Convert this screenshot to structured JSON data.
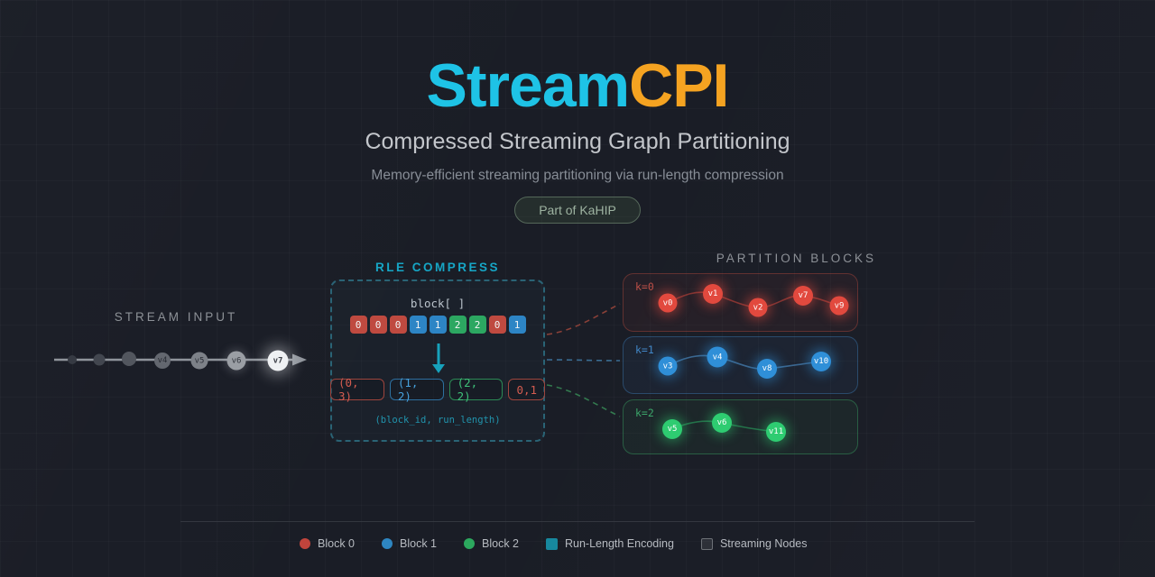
{
  "header": {
    "title_primary": "Stream",
    "title_secondary": "CPI",
    "subtitle": "Compressed Streaming Graph Partitioning",
    "tagline": "Memory-efficient streaming partitioning via run-length compression",
    "badge": "Part of KaHIP"
  },
  "stream_input": {
    "label": "STREAM INPUT",
    "nodes": [
      {
        "label": ""
      },
      {
        "label": ""
      },
      {
        "label": ""
      },
      {
        "label": "v4"
      },
      {
        "label": "v5"
      },
      {
        "label": "v6"
      },
      {
        "label": "v7"
      }
    ]
  },
  "rle": {
    "heading": "RLE COMPRESS",
    "array_label": "block[ ]",
    "cells": [
      {
        "value": "0",
        "block": 0
      },
      {
        "value": "0",
        "block": 0
      },
      {
        "value": "0",
        "block": 0
      },
      {
        "value": "1",
        "block": 1
      },
      {
        "value": "1",
        "block": 1
      },
      {
        "value": "2",
        "block": 2
      },
      {
        "value": "2",
        "block": 2
      },
      {
        "value": "0",
        "block": 0
      },
      {
        "value": "1",
        "block": 1
      }
    ],
    "tuples": [
      {
        "text": "(0, 3)",
        "block": 0
      },
      {
        "text": "(1, 2)",
        "block": 1
      },
      {
        "text": "(2, 2)",
        "block": 2
      },
      {
        "text": "0,1",
        "block": 0
      }
    ],
    "caption": "(block_id, run_length)"
  },
  "partitions": {
    "heading": "PARTITION BLOCKS",
    "blocks": [
      {
        "label": "k=0",
        "color": "#e2493e",
        "nodes": [
          "v0",
          "v1",
          "v2",
          "v7",
          "v9"
        ]
      },
      {
        "label": "k=1",
        "color": "#2f8fd8",
        "nodes": [
          "v3",
          "v4",
          "v8",
          "v10"
        ]
      },
      {
        "label": "k=2",
        "color": "#2ecc71",
        "nodes": [
          "v5",
          "v6",
          "v11"
        ]
      }
    ]
  },
  "legend": {
    "items": [
      {
        "label": "Block 0",
        "color": "#c0443c",
        "shape": "circle"
      },
      {
        "label": "Block 1",
        "color": "#2e86c1",
        "shape": "circle"
      },
      {
        "label": "Block 2",
        "color": "#2ca85e",
        "shape": "circle"
      },
      {
        "label": "Run-Length Encoding",
        "color": "#17889e",
        "shape": "square"
      },
      {
        "label": "Streaming Nodes",
        "color": "#6d7177",
        "shape": "square-outline"
      }
    ]
  },
  "colors": {
    "background": "#1a1d26",
    "title_cyan": "#1ec3e6",
    "title_orange": "#f5a321",
    "rle_teal": "#16a6c6",
    "block0_red": "#e2493e",
    "block1_blue": "#2f8fd8",
    "block2_green": "#2ecc71",
    "stream_gray": "#8f949b"
  }
}
